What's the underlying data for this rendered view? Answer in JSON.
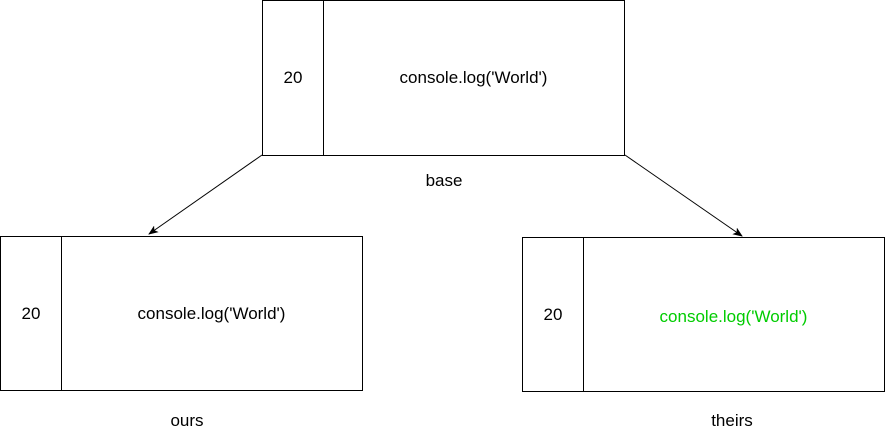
{
  "base": {
    "line_number": "20",
    "code": "console.log('World')",
    "caption": "base"
  },
  "ours": {
    "line_number": "20",
    "code": "console.log('World')",
    "caption": "ours"
  },
  "theirs": {
    "line_number": "20",
    "code": "console.log('World')",
    "caption": "theirs",
    "code_color": "#00cc00"
  },
  "colors": {
    "stroke": "#000000",
    "text": "#000000",
    "changed_text": "#00cc00"
  }
}
